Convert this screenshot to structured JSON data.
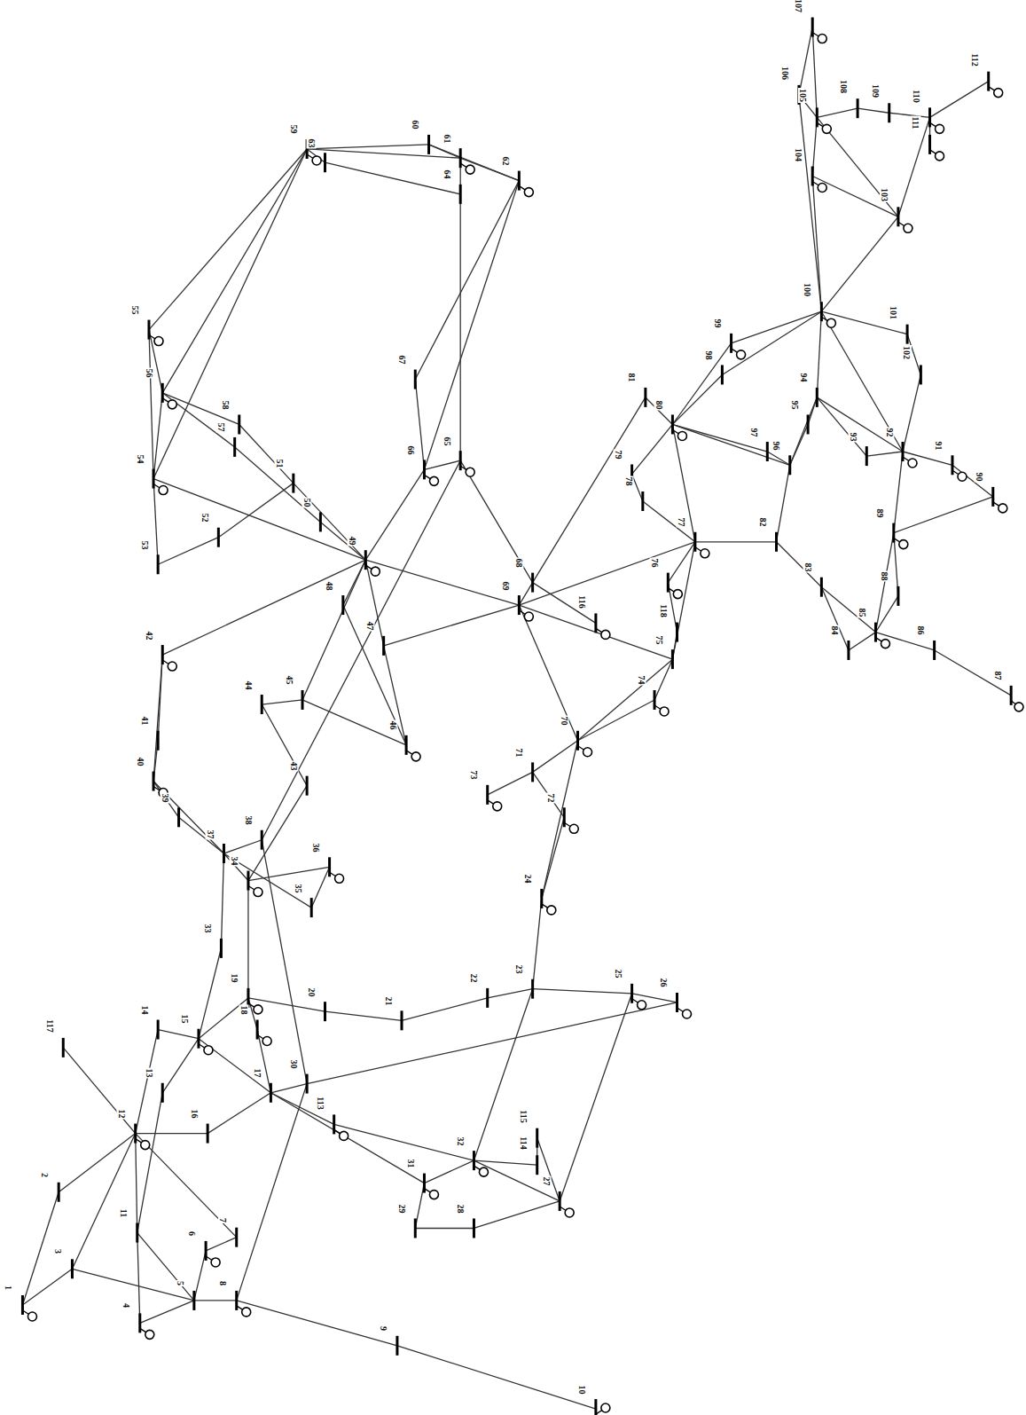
{
  "diagram": {
    "labels": [
      "1",
      "2",
      "3",
      "4",
      "5",
      "6",
      "7",
      "8",
      "9",
      "10",
      "11",
      "12",
      "13",
      "14",
      "15",
      "16",
      "17",
      "18",
      "19",
      "20",
      "21",
      "22",
      "23",
      "24",
      "25",
      "26",
      "27",
      "28",
      "29",
      "30",
      "31",
      "32",
      "33",
      "34",
      "35",
      "36",
      "37",
      "38",
      "39",
      "40",
      "41",
      "42",
      "43",
      "44",
      "45",
      "46",
      "47",
      "48",
      "49",
      "50",
      "51",
      "52",
      "53",
      "54",
      "55",
      "56",
      "57",
      "58",
      "59",
      "60",
      "61",
      "62",
      "63",
      "64",
      "65",
      "66",
      "67",
      "68",
      "69",
      "70",
      "71",
      "72",
      "73",
      "74",
      "75",
      "76",
      "77",
      "78",
      "79",
      "80",
      "81",
      "82",
      "83",
      "84",
      "85",
      "86",
      "87",
      "88",
      "89",
      "90",
      "91",
      "92",
      "93",
      "94",
      "95",
      "96",
      "97",
      "98",
      "99",
      "100",
      "101",
      "102",
      "103",
      "104",
      "105",
      "106",
      "107",
      "108",
      "109",
      "110",
      "111",
      "112",
      "113",
      "114",
      "115",
      "116",
      "117",
      "118"
    ]
  }
}
